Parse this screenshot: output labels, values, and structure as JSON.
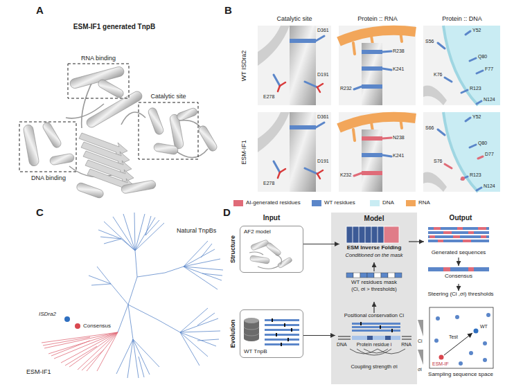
{
  "diagram": {
    "nodes": [
      {
        "text": [
          "AF2 model"
        ]
      },
      {
        "text": [
          "WT TnpB"
        ]
      },
      {
        "text": [
          "Model"
        ]
      },
      {
        "text": [
          "ESM Inverse Folding",
          "Conditioned on the mask"
        ],
        "in": 2
      },
      {
        "text": [
          "WT residues mask",
          "(Ci, σi > thresholds)"
        ],
        "in": 2
      },
      {
        "text": [
          "Positional conservation Ci",
          "DNA",
          "Protein residue i",
          "RNA",
          "Coupling strength σi"
        ],
        "in": 2
      },
      {
        "text": [
          "Generated sequences"
        ]
      },
      {
        "text": [
          "Consensus"
        ]
      },
      {
        "text": [
          "Steering (Ci ,σi) thresholds",
          "Sampling sequence space"
        ]
      }
    ],
    "edges": [
      {
        "from": 0,
        "to": 3,
        "arrow": "to"
      },
      {
        "from": 1,
        "to": 5,
        "arrow": "to"
      },
      {
        "from": 5,
        "to": 4,
        "arrow": "to"
      },
      {
        "from": 4,
        "to": 3,
        "arrow": "to"
      },
      {
        "from": 3,
        "to": 6,
        "arrow": "to"
      },
      {
        "from": 6,
        "to": 7,
        "arrow": "to"
      },
      {
        "from": 7,
        "to": 8,
        "arrow": "to"
      }
    ],
    "labels": [
      "A",
      "ESM-IF1 generated TnpB",
      "RNA binding",
      "Catalytic site",
      "DNA binding",
      "B",
      "Catalytic site",
      "Protein :: RNA",
      "Protein :: DNA",
      "WT ISDra2",
      "ESM-IF1",
      "D361",
      "D191",
      "E278",
      "R238",
      "K241",
      "R232",
      "Y52",
      "S56",
      "Q80",
      "F77",
      "K76",
      "R123",
      "N124",
      "D361",
      "D191",
      "E278",
      "N238",
      "K241",
      "K232",
      "Y52",
      "S66",
      "Q80",
      "S76",
      "D77",
      "R123",
      "N124",
      "C",
      "Natural TnpBs",
      "ISDra2",
      "Consensus",
      "ESM-IF1",
      "D",
      "Input",
      "Output",
      "Structure",
      "Evolution",
      "Ci",
      "σi",
      "Test",
      "WT",
      "ESM-IF"
    ],
    "legend": [
      {
        "text": "AI-generated residues",
        "color": "#e06b78"
      },
      {
        "text": "WT residues",
        "color": "#5b86c9"
      },
      {
        "text": "DNA",
        "color": "#c9ecf3"
      },
      {
        "text": "RNA",
        "color": "#f2a65a"
      }
    ]
  }
}
